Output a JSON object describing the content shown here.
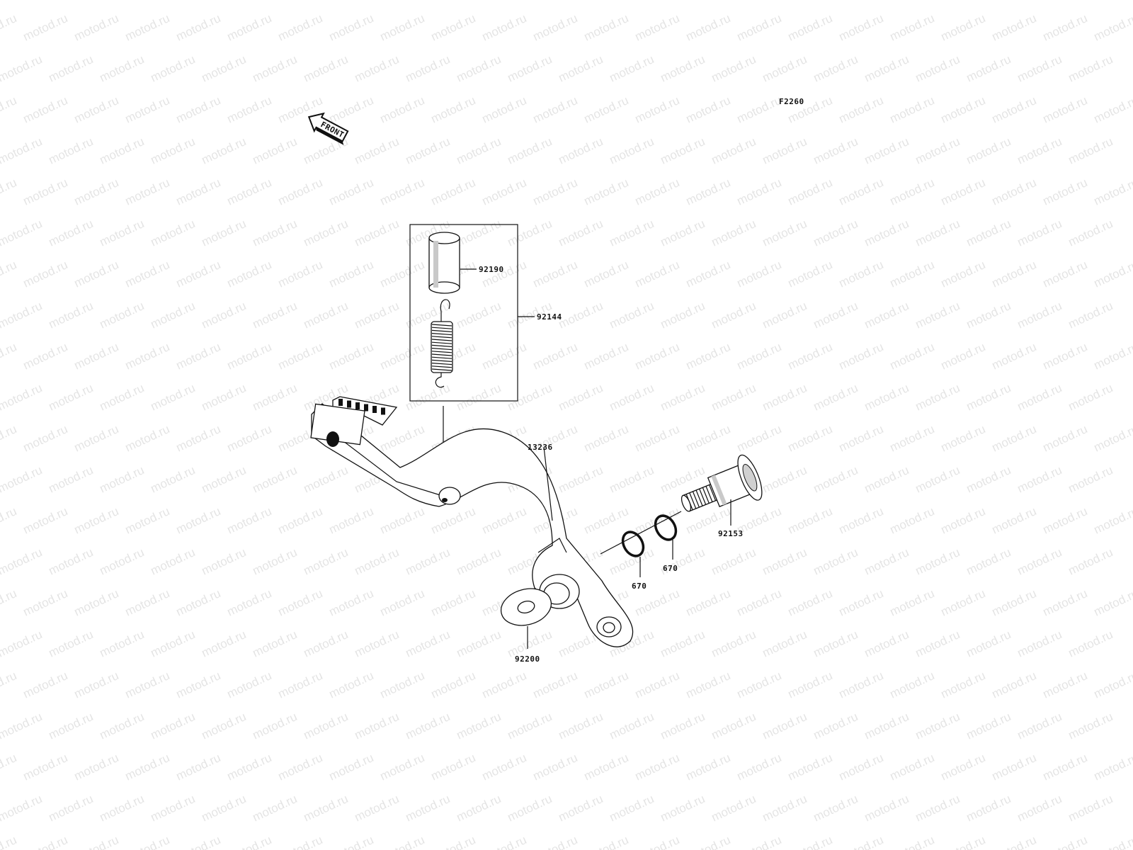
{
  "figure_code": "F2260",
  "watermark": "motod.ru",
  "front_arrow": {
    "label": "FRONT",
    "icon": "front-direction-arrow-icon"
  },
  "parts": {
    "p92190": "92190",
    "p92144": "92144",
    "p13236": "13236",
    "p92153": "92153",
    "p670a": "670",
    "p670b": "670",
    "p92200": "92200"
  },
  "colors": {
    "ink": "#111111",
    "shade": "#c9c9c9",
    "watermark": "#cfcfcf"
  }
}
